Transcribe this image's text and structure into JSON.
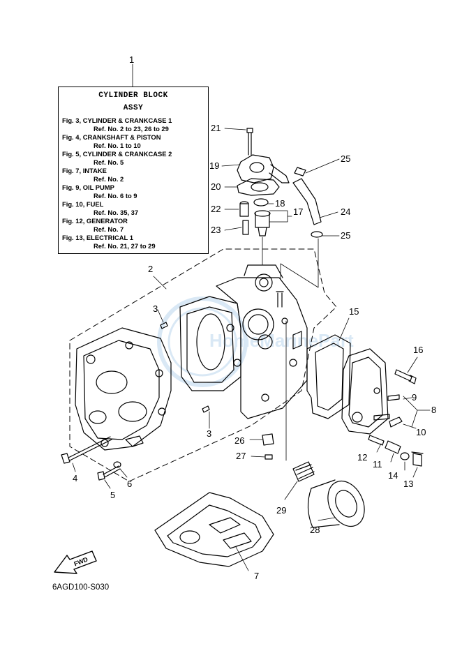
{
  "diagram": {
    "code": "6AGD100-S030",
    "fwd_label": "FWD",
    "watermark": "HomeMarinePart"
  },
  "callout_box": {
    "ref_number": "1",
    "title_1": "CYLINDER BLOCK",
    "title_2": "ASSY",
    "lines": [
      {
        "kind": "fig",
        "text": "Fig. 3, CYLINDER & CRANKCASE 1"
      },
      {
        "kind": "ref",
        "text": "Ref. No. 2 to 23, 26 to 29"
      },
      {
        "kind": "fig",
        "text": "Fig. 4, CRANKSHAFT & PISTON"
      },
      {
        "kind": "ref",
        "text": "Ref. No. 1 to 10"
      },
      {
        "kind": "fig",
        "text": "Fig. 5, CYLINDER & CRANKCASE 2"
      },
      {
        "kind": "ref",
        "text": "Ref. No. 5"
      },
      {
        "kind": "fig",
        "text": "Fig. 7, INTAKE"
      },
      {
        "kind": "ref",
        "text": "Ref. No. 2"
      },
      {
        "kind": "fig",
        "text": "Fig. 9, OIL PUMP"
      },
      {
        "kind": "ref",
        "text": "Ref. No. 6 to 9"
      },
      {
        "kind": "fig",
        "text": "Fig. 10, FUEL"
      },
      {
        "kind": "ref",
        "text": "Ref. No. 35, 37"
      },
      {
        "kind": "fig",
        "text": "Fig. 12, GENERATOR"
      },
      {
        "kind": "ref",
        "text": "Ref. No. 7"
      },
      {
        "kind": "fig",
        "text": "Fig. 13, ELECTRICAL 1"
      },
      {
        "kind": "ref",
        "text": "Ref. No. 21, 27 to 29"
      }
    ]
  },
  "callouts": {
    "c2": "2",
    "c3a": "3",
    "c3b": "3",
    "c4": "4",
    "c5": "5",
    "c6": "6",
    "c7": "7",
    "c8": "8",
    "c9": "9",
    "c10": "10",
    "c11": "11",
    "c12": "12",
    "c13": "13",
    "c14": "14",
    "c15": "15",
    "c16": "16",
    "c17": "17",
    "c18": "18",
    "c19": "19",
    "c20": "20",
    "c21": "21",
    "c22": "22",
    "c23": "23",
    "c24": "24",
    "c25a": "25",
    "c25b": "25",
    "c26": "26",
    "c27": "27",
    "c28": "28",
    "c29": "29"
  }
}
